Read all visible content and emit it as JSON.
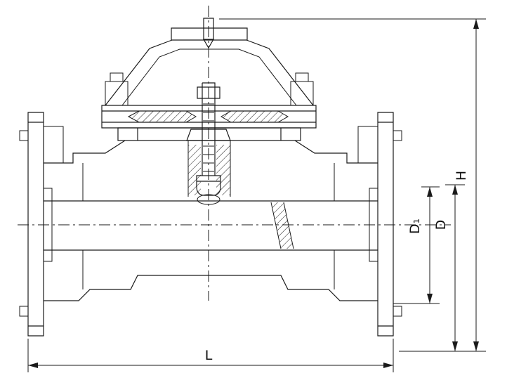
{
  "drawing": {
    "colors": {
      "line": "#1a1a1a",
      "background": "#ffffff"
    },
    "labels": {
      "h": "H",
      "d1": "D₁",
      "d": "D",
      "l": "L"
    }
  }
}
